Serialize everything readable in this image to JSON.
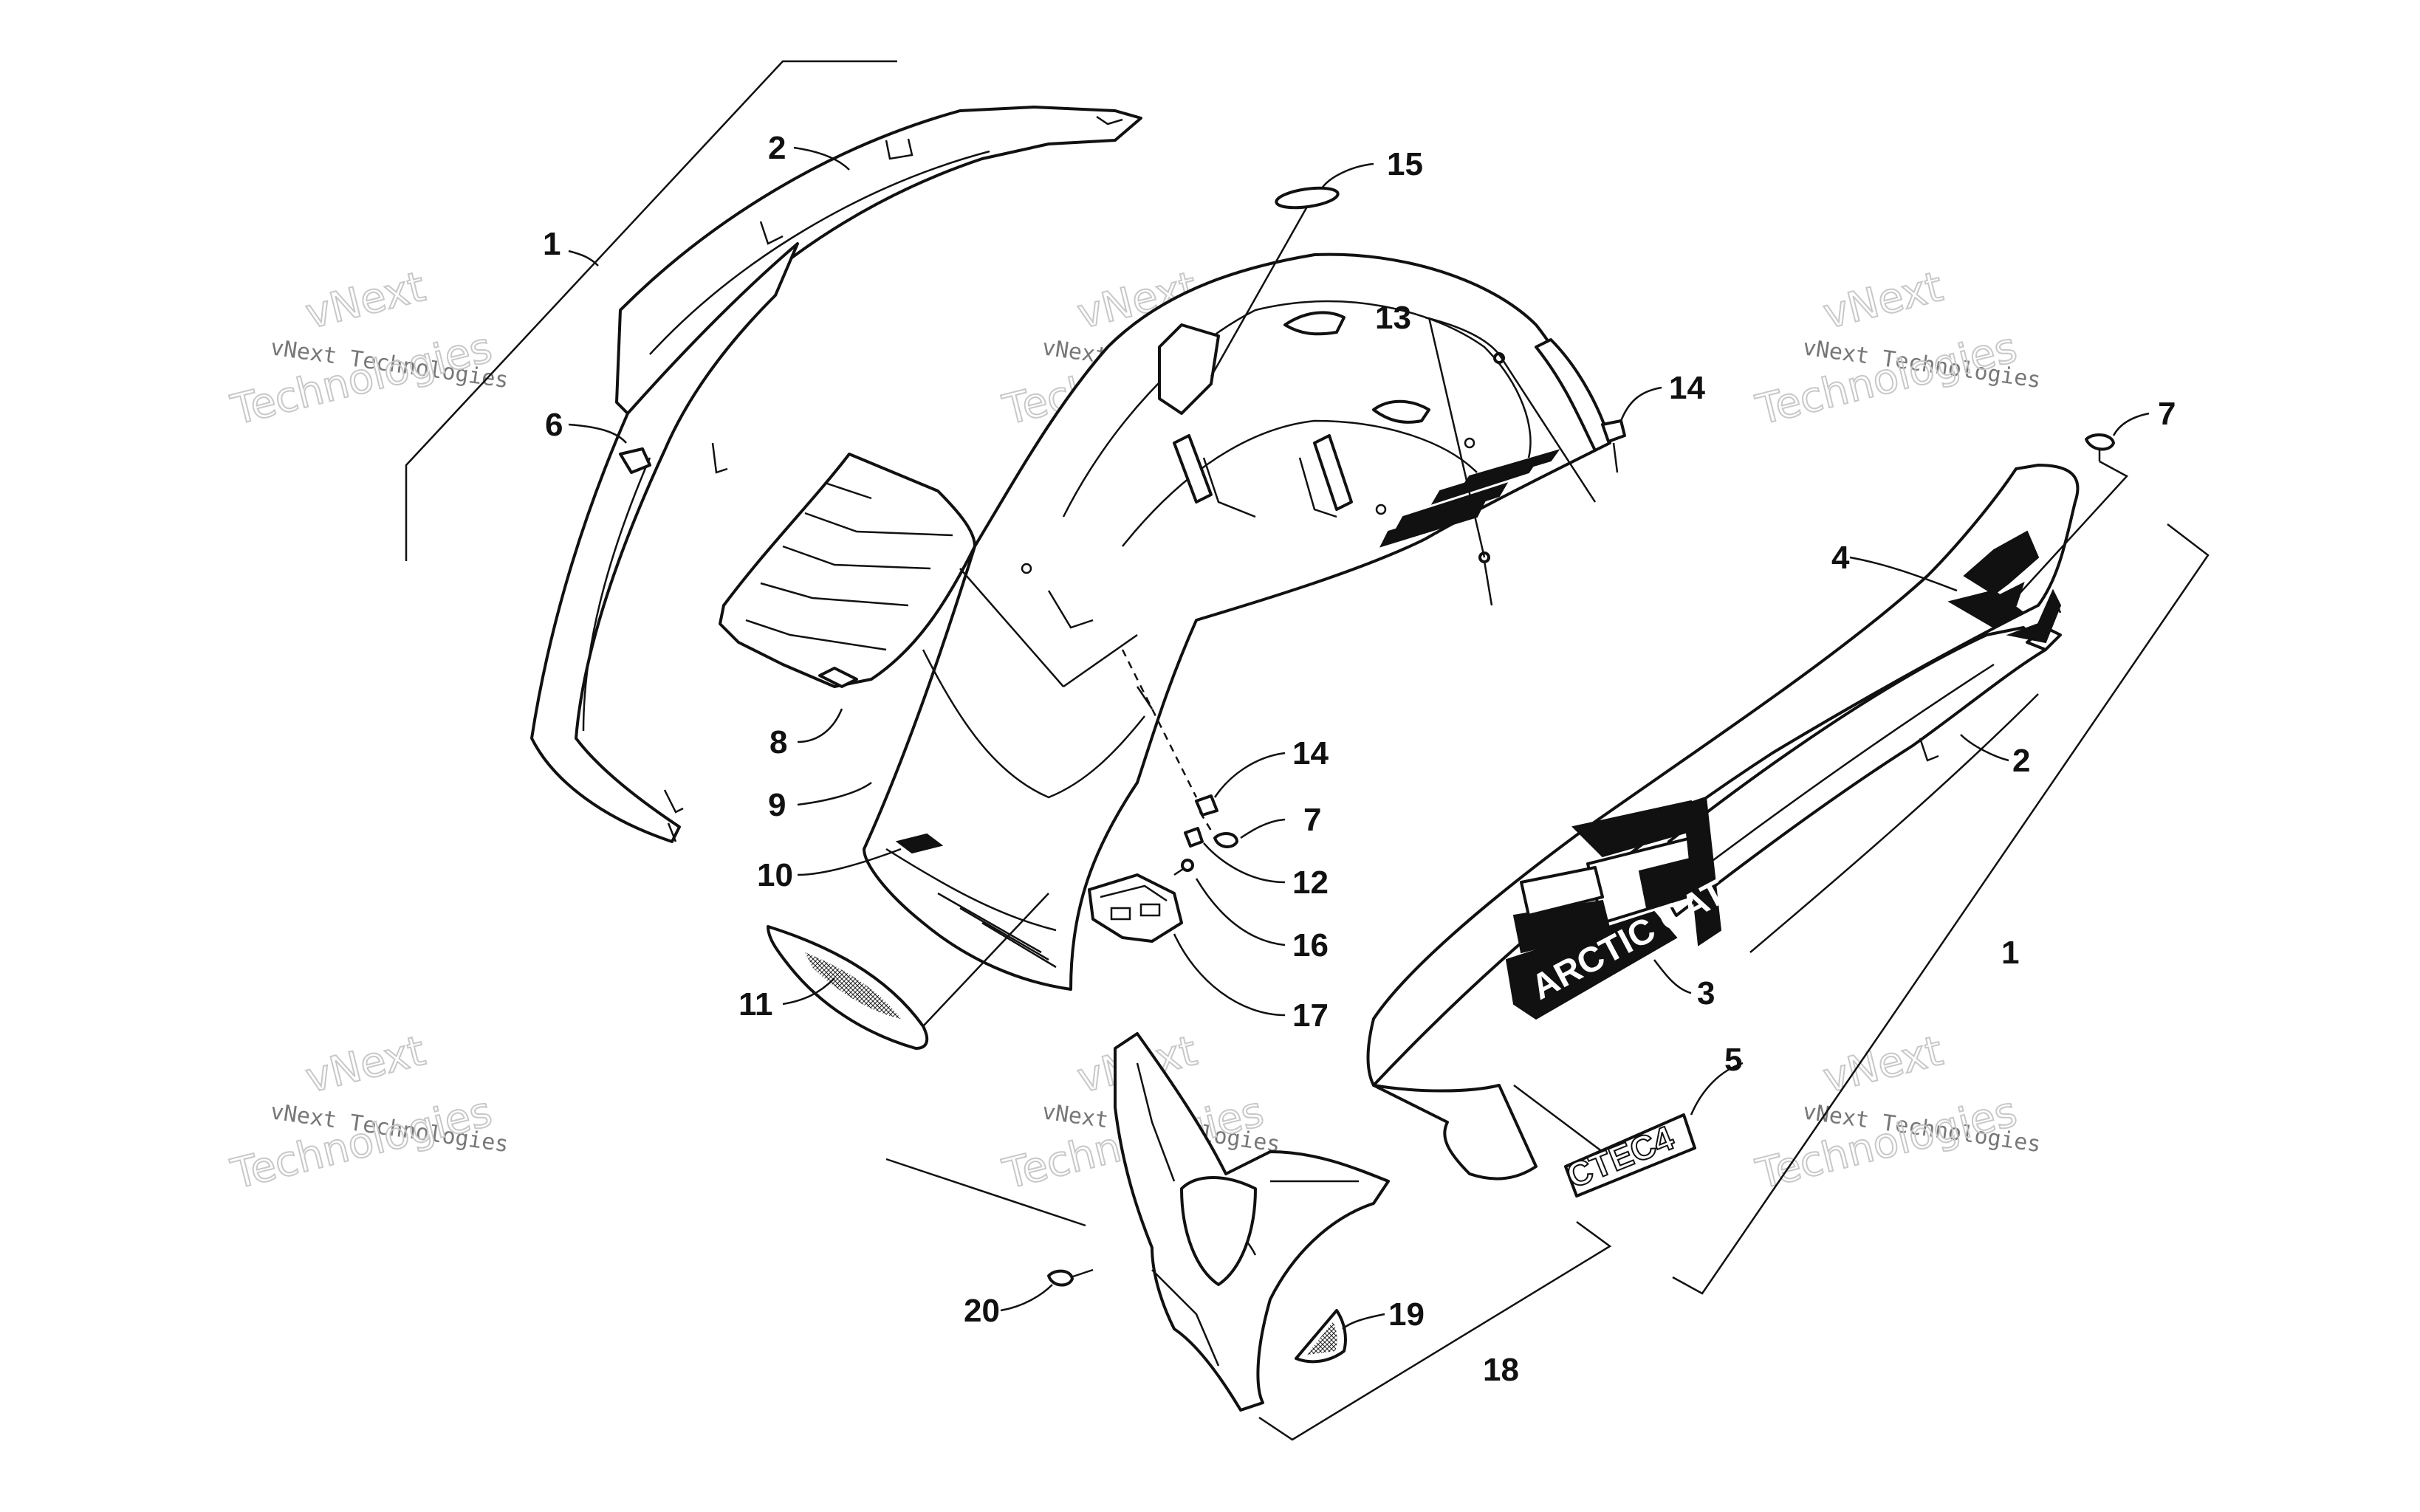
{
  "watermark": {
    "line1": "vNext Technologies",
    "line2": "vNext",
    "line3": "Technologies"
  },
  "decals": {
    "brand": "ARCTIC CAT",
    "model": "CTEC4"
  },
  "callouts": {
    "c1_left": "1",
    "c2_left": "2",
    "c6": "6",
    "c8": "8",
    "c9": "9",
    "c10": "10",
    "c11": "11",
    "c15": "15",
    "c13": "13",
    "c14_top": "14",
    "c14_mid": "14",
    "c7_mid": "7",
    "c12": "12",
    "c16": "16",
    "c17": "17",
    "c7_right": "7",
    "c4": "4",
    "c2_right": "2",
    "c1_right": "1",
    "c3": "3",
    "c5": "5",
    "c20": "20",
    "c19": "19",
    "c18": "18"
  }
}
